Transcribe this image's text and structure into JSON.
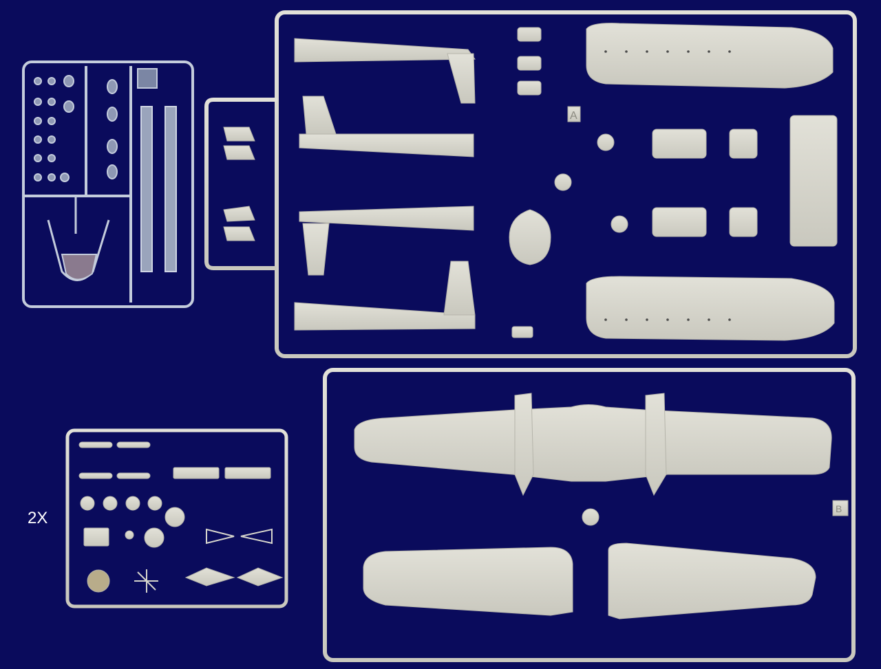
{
  "scene": {
    "description": "Plastic model aircraft kit sprues on a dark navy background",
    "background_color": "#0a0b5c",
    "plastic_color": "#d6d5cc",
    "clear_plastic_color": "#b8c0d4"
  },
  "sprues": [
    {
      "id": "clear",
      "name": "Clear parts sprue (canopy, windows)"
    },
    {
      "id": "A",
      "name": "Sprue A (fuselage halves, tail, nacelles)",
      "letter": "A"
    },
    {
      "id": "B",
      "name": "Sprue B (wings)",
      "letter": "B"
    },
    {
      "id": "small",
      "name": "Small parts sprue (propellers, wheels, landing gear)",
      "multiplier": "2X"
    }
  ],
  "labels": {
    "multiplier": "2X",
    "sprue_a_letter": "A",
    "sprue_b_letter": "B"
  }
}
